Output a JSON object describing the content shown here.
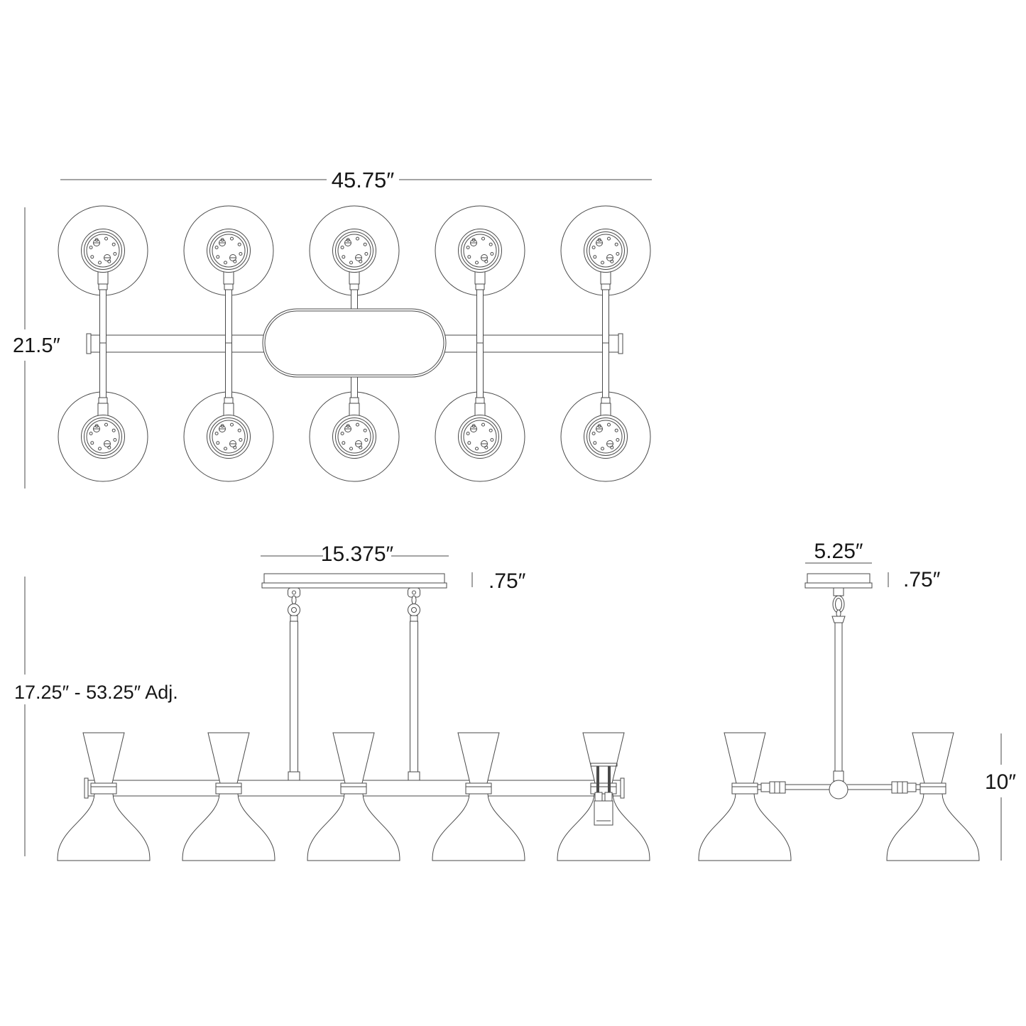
{
  "page": {
    "background": "#ffffff"
  },
  "colors": {
    "line": "#4a4a4a",
    "text": "#161616"
  },
  "views": {
    "plan": {
      "name": "top view",
      "width_dim": "45.75″",
      "depth_dim": "21.5″"
    },
    "front": {
      "name": "front elevation",
      "canopy_width_dim": "15.375″",
      "canopy_thickness_dim": ".75″",
      "adjustable_height_dim": "17.25″ - 53.25″ Adj."
    },
    "end": {
      "name": "end elevation",
      "canopy_width_dim": "5.25″",
      "canopy_thickness_dim": ".75″",
      "shade_height_dim": "10″"
    }
  }
}
